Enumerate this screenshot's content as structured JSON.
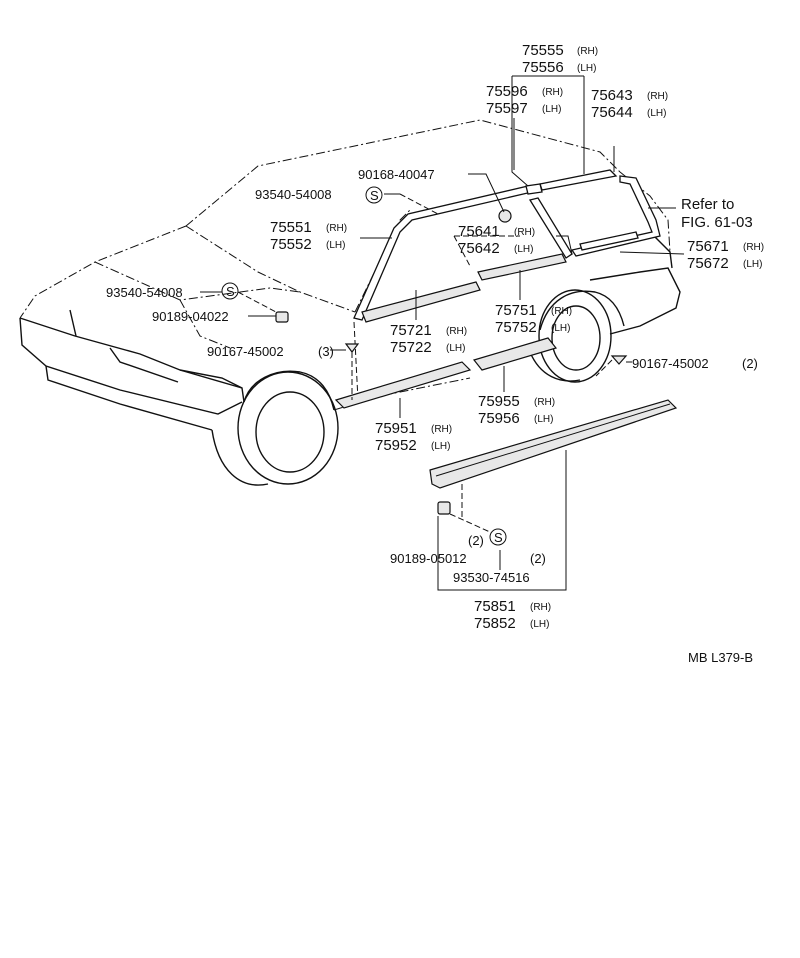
{
  "parts": {
    "p75555": {
      "num": "75555",
      "side": "(RH)"
    },
    "p75556": {
      "num": "75556",
      "side": "(LH)"
    },
    "p75596": {
      "num": "75596",
      "side": "(RH)"
    },
    "p75597": {
      "num": "75597",
      "side": "(LH)"
    },
    "p75643": {
      "num": "75643",
      "side": "(RH)"
    },
    "p75644": {
      "num": "75644",
      "side": "(LH)"
    },
    "p90168": {
      "num": "90168-40047"
    },
    "p93540a": {
      "num": "93540-54008"
    },
    "p75551": {
      "num": "75551",
      "side": "(RH)"
    },
    "p75552": {
      "num": "75552",
      "side": "(LH)"
    },
    "p75641": {
      "num": "75641",
      "side": "(RH)"
    },
    "p75642": {
      "num": "75642",
      "side": "(LH)"
    },
    "p75671": {
      "num": "75671",
      "side": "(RH)"
    },
    "p75672": {
      "num": "75672",
      "side": "(LH)"
    },
    "p93540b": {
      "num": "93540-54008"
    },
    "p90189a": {
      "num": "90189-04022"
    },
    "p75751": {
      "num": "75751",
      "side": "(RH)"
    },
    "p75752": {
      "num": "75752",
      "side": "(LH)"
    },
    "p75721": {
      "num": "75721",
      "side": "(RH)"
    },
    "p75722": {
      "num": "75722",
      "side": "(LH)"
    },
    "p90167a": {
      "num": "90167-45002",
      "qty": "(3)"
    },
    "p90167b": {
      "num": "90167-45002",
      "qty": "(2)"
    },
    "p75955": {
      "num": "75955",
      "side": "(RH)"
    },
    "p75956": {
      "num": "75956",
      "side": "(LH)"
    },
    "p75951": {
      "num": "75951",
      "side": "(RH)"
    },
    "p75952": {
      "num": "75952",
      "side": "(LH)"
    },
    "p90189b": {
      "num": "90189-05012",
      "qty": "(2)"
    },
    "p93530": {
      "num": "93530-74516",
      "qty": "(2)"
    },
    "p75851": {
      "num": "75851",
      "side": "(RH)"
    },
    "p75852": {
      "num": "75852",
      "side": "(LH)"
    }
  },
  "reference": {
    "line1": "Refer to",
    "line2": "FIG. 61-03"
  },
  "sealant_mark": "S",
  "diagram_code": "MB L379-B"
}
